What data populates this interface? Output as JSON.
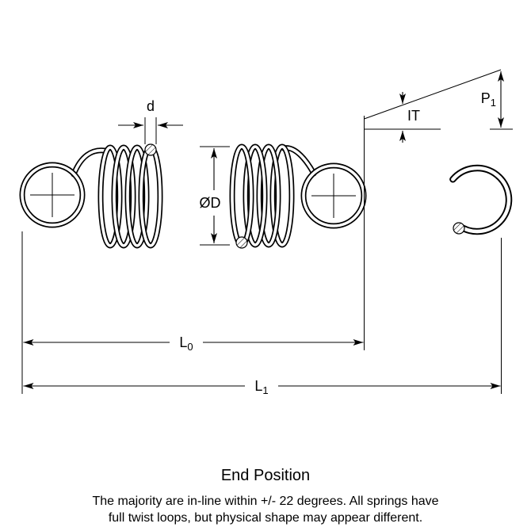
{
  "style": {
    "background": "#ffffff",
    "line_color": "#000000"
  },
  "dimensions": {
    "wire_diameter_label": "d",
    "outer_diameter_label": "ØD",
    "initial_tension_label": "IT",
    "load_label_main": "P",
    "load_label_sub": "1",
    "free_length_label_main": "L",
    "free_length_label_sub": "0",
    "extended_length_label_main": "L",
    "extended_length_label_sub": "1"
  },
  "caption": {
    "title": "End Position",
    "title_color": "#3333cc",
    "line1": "The majority are in-line within +/- 22 degrees. All springs have",
    "line2": "full twist loops, but physical shape may appear different."
  }
}
